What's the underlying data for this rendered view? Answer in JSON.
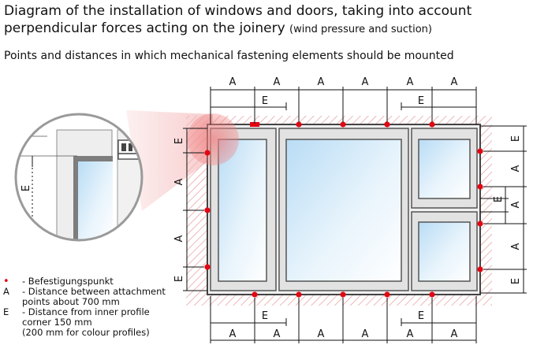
{
  "header": {
    "title_line1": "Diagram of the installation of windows and doors, taking into account",
    "title_line2": "perpendicular forces acting on the joinery",
    "title_suffix": "(wind pressure and suction)",
    "subtitle": "Points and distances in which mechanical fastening elements should be mounted"
  },
  "dimension_labels": {
    "a": "A",
    "e": "E"
  },
  "legend": {
    "items": [
      {
        "symbol": "•",
        "text": "- Befestigungspunkt"
      },
      {
        "symbol": "A",
        "text": "- Distance between attachment\npoints about 700 mm"
      },
      {
        "symbol": "E",
        "text": "- Distance from inner profile\ncorner 150 mm\n(200 mm for colour profiles)"
      }
    ]
  },
  "colors": {
    "fastening_point": "#e30613",
    "wall_hatch": "#e9a7a7",
    "glass": "#cfe6f7",
    "frame": "#555555"
  }
}
